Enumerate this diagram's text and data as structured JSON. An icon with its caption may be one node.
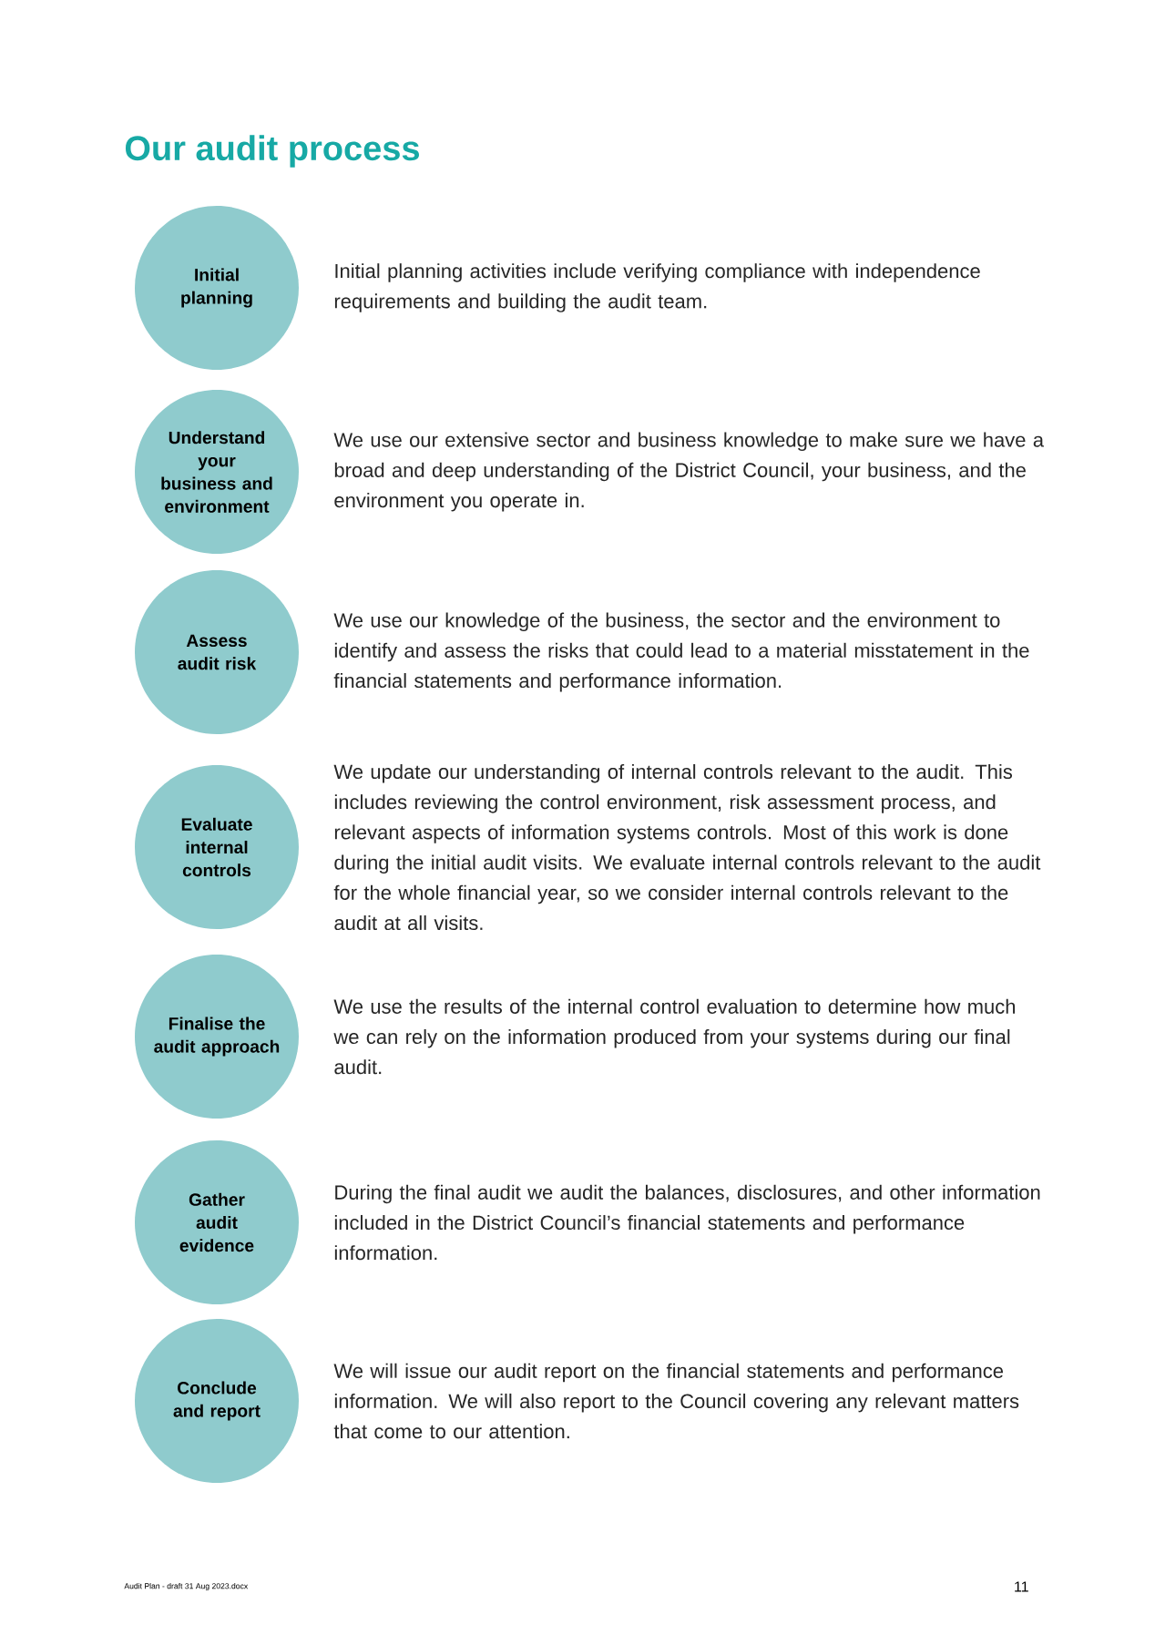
{
  "diagram": {
    "title": "Our audit process",
    "nodes": [
      {
        "text": [
          "Initial planning"
        ],
        "beside": [
          "Initial planning activities include verifying compliance with independence requirements and building the audit team."
        ]
      },
      {
        "text": [
          "Understand your business and environment"
        ],
        "beside": [
          "We use our extensive sector and business knowledge to make sure we have a broad and deep understanding of the District Council, your business, and the environment you operate in."
        ]
      },
      {
        "text": [
          "Assess audit risk"
        ],
        "beside": [
          "We use our knowledge of the business, the sector and the environment to identify and assess the risks that could lead to a material misstatement in the financial statements and performance information."
        ]
      },
      {
        "text": [
          "Evaluate internal controls"
        ],
        "beside": [
          "We update our understanding of internal controls relevant to the audit. This includes reviewing the control environment, risk assessment process, and relevant aspects of information systems controls. Most of this work is done during the initial audit visits. We evaluate internal controls relevant to the audit for the whole financial year, so we consider internal controls relevant to the audit at all visits."
        ]
      },
      {
        "text": [
          "Finalise the audit approach"
        ],
        "beside": [
          "We use the results of the internal control evaluation to determine how much we can rely on the information produced from your systems during our final audit."
        ]
      },
      {
        "text": [
          "Gather audit evidence"
        ],
        "beside": [
          "During the final audit we audit the balances, disclosures, and other information included in the District Council’s financial statements and performance information."
        ]
      },
      {
        "text": [
          "Conclude and report"
        ],
        "beside": [
          "We will issue our audit report on the financial statements and performance information. We will also report to the Council covering any relevant matters that come to our attention."
        ]
      }
    ],
    "labels": [
      "Audit Plan - draft 31 Aug 2023.docx",
      "11"
    ]
  }
}
